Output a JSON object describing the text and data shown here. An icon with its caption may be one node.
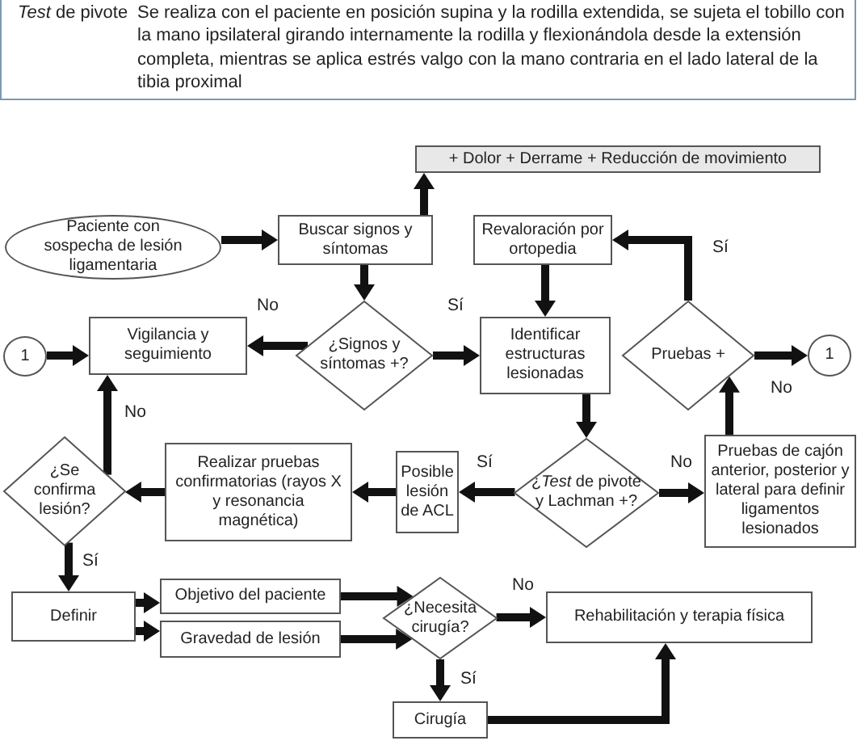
{
  "diagram": {
    "nodes": [
      {
        "text": [
          "Paciente con sospecha de lesión ligamentaria"
        ]
      },
      {
        "text": [
          "Buscar signos y síntomas"
        ]
      },
      {
        "text": [
          "+ Dolor + Derrame + Reducción de movimiento"
        ]
      },
      {
        "text": [
          "Revaloración por ortopedia"
        ]
      },
      {
        "text": [
          "1"
        ]
      },
      {
        "text": [
          "Vigilancia y seguimiento"
        ]
      },
      {
        "text": [
          "¿Signos y síntomas +?"
        ]
      },
      {
        "text": [
          "Identificar estructuras lesionadas"
        ]
      },
      {
        "text": [
          "Pruebas +"
        ]
      },
      {
        "text": [
          "1"
        ]
      },
      {
        "text": [
          "¿Se confirma lesión?"
        ]
      },
      {
        "text": [
          "Realizar pruebas confirmatorias (rayos X y resonancia magnética)"
        ]
      },
      {
        "text": [
          "Posible lesión de ACL"
        ]
      },
      {
        "text": [
          "¿*Test* de pivote y Lachman +?"
        ]
      },
      {
        "text": [
          "Pruebas de cajón anterior, posterior y lateral para definir ligamentos lesionados"
        ]
      },
      {
        "text": [
          "Definir"
        ]
      },
      {
        "text": [
          "Objetivo del paciente"
        ]
      },
      {
        "text": [
          "Gravedad de lesión"
        ]
      },
      {
        "text": [
          "¿Necesita cirugía?"
        ]
      },
      {
        "text": [
          "Rehabilitación y terapia física"
        ]
      },
      {
        "text": [
          "Cirugía"
        ]
      }
    ],
    "edges": [
      {
        "from": 0,
        "to": 1,
        "arrow": "to"
      },
      {
        "from": 1,
        "to": 2,
        "arrow": "to"
      },
      {
        "from": 1,
        "to": 6,
        "arrow": "to"
      },
      {
        "from": 6,
        "to": 5,
        "arrow": "to",
        "label": "No"
      },
      {
        "from": 6,
        "to": 7,
        "arrow": "to",
        "label": "Sí"
      },
      {
        "from": 4,
        "to": 5,
        "arrow": "to"
      },
      {
        "from": 3,
        "to": 7,
        "arrow": "to"
      },
      {
        "from": 7,
        "to": 13,
        "arrow": "to"
      },
      {
        "from": 8,
        "to": 3,
        "arrow": "to",
        "label": "Sí"
      },
      {
        "from": 8,
        "to": 9,
        "arrow": "to",
        "label": "No"
      },
      {
        "from": 14,
        "to": 8,
        "arrow": "to"
      },
      {
        "from": 13,
        "to": 12,
        "arrow": "to",
        "label": "Sí"
      },
      {
        "from": 13,
        "to": 14,
        "arrow": "to",
        "label": "No"
      },
      {
        "from": 12,
        "to": 11,
        "arrow": "to"
      },
      {
        "from": 11,
        "to": 10,
        "arrow": "to"
      },
      {
        "from": 10,
        "to": 5,
        "arrow": "to",
        "label": "No"
      },
      {
        "from": 10,
        "to": 15,
        "arrow": "to",
        "label": "Sí"
      },
      {
        "from": 15,
        "to": 16,
        "arrow": "to"
      },
      {
        "from": 15,
        "to": 17,
        "arrow": "to"
      },
      {
        "from": 16,
        "to": 18,
        "arrow": "to"
      },
      {
        "from": 17,
        "to": 18,
        "arrow": "to"
      },
      {
        "from": 18,
        "to": 19,
        "arrow": "to",
        "label": "No"
      },
      {
        "from": 18,
        "to": 20,
        "arrow": "to",
        "label": "Sí"
      },
      {
        "from": 20,
        "to": 19,
        "arrow": "to"
      }
    ],
    "labels": [
      "*Test* de pivote",
      "Se realiza con el paciente en posición supina y la rodilla extendida, se sujeta el tobillo con la mano ipsilateral girando internamente la rodilla y flexionándola desde la extensión completa, mientras se aplica estrés valgo con la mano contraria en el lado lateral de la tibia proximal"
    ]
  }
}
